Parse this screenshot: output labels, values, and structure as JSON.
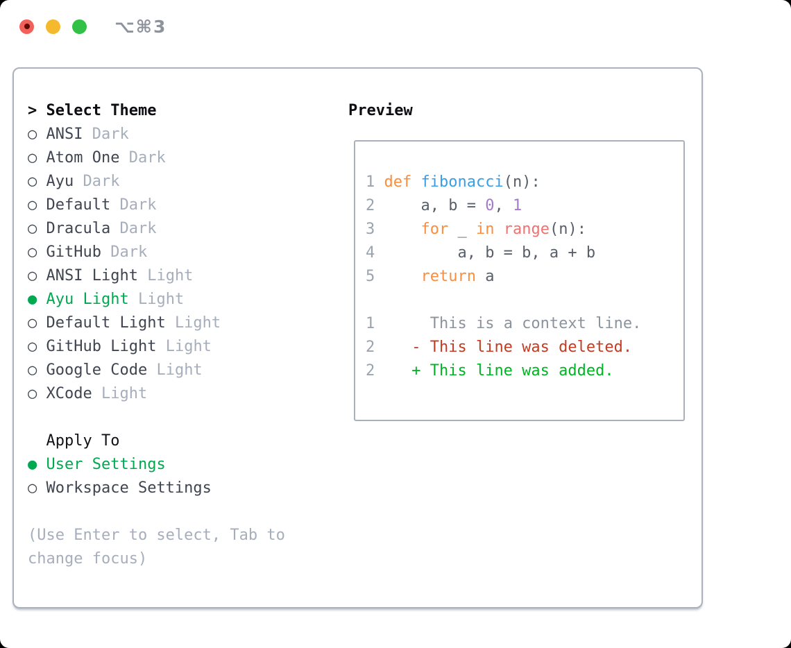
{
  "titlebar": {
    "title": "⌥⌘3",
    "buttons": [
      "close",
      "minimize",
      "zoom"
    ]
  },
  "glyphs": {
    "radio_off": "○",
    "radio_on": "●",
    "header_prefix": "> "
  },
  "theme_picker": {
    "header": "Select Theme",
    "items": [
      {
        "name": "ANSI",
        "variant": "Dark",
        "selected": false
      },
      {
        "name": "Atom One",
        "variant": "Dark",
        "selected": false
      },
      {
        "name": "Ayu",
        "variant": "Dark",
        "selected": false
      },
      {
        "name": "Default",
        "variant": "Dark",
        "selected": false
      },
      {
        "name": "Dracula",
        "variant": "Dark",
        "selected": false
      },
      {
        "name": "GitHub",
        "variant": "Dark",
        "selected": false
      },
      {
        "name": "ANSI Light",
        "variant": "Light",
        "selected": false
      },
      {
        "name": "Ayu Light",
        "variant": "Light",
        "selected": true
      },
      {
        "name": "Default Light",
        "variant": "Light",
        "selected": false
      },
      {
        "name": "GitHub Light",
        "variant": "Light",
        "selected": false
      },
      {
        "name": "Google Code",
        "variant": "Light",
        "selected": false
      },
      {
        "name": "XCode",
        "variant": "Light",
        "selected": false
      }
    ]
  },
  "apply_to": {
    "header": "Apply To",
    "options": [
      {
        "label": "User Settings",
        "selected": true
      },
      {
        "label": "Workspace Settings",
        "selected": false
      }
    ]
  },
  "hint": {
    "line1": "(Use Enter to select, Tab to",
    "line2": "change focus)"
  },
  "preview": {
    "header": "Preview",
    "lines": [
      [
        {
          "c": "ln",
          "t": "1"
        },
        {
          "c": "pl",
          "t": " "
        },
        {
          "c": "kw",
          "t": "def"
        },
        {
          "c": "pl",
          "t": " "
        },
        {
          "c": "fn",
          "t": "fibonacci"
        },
        {
          "c": "pl",
          "t": "(n):"
        }
      ],
      [
        {
          "c": "ln",
          "t": "2"
        },
        {
          "c": "pl",
          "t": "     a, b = "
        },
        {
          "c": "nm",
          "t": "0"
        },
        {
          "c": "pl",
          "t": ", "
        },
        {
          "c": "nm",
          "t": "1"
        }
      ],
      [
        {
          "c": "ln",
          "t": "3"
        },
        {
          "c": "pl",
          "t": "     "
        },
        {
          "c": "kw",
          "t": "for"
        },
        {
          "c": "pl",
          "t": " _ "
        },
        {
          "c": "kw",
          "t": "in"
        },
        {
          "c": "pl",
          "t": " "
        },
        {
          "c": "bi",
          "t": "range"
        },
        {
          "c": "pl",
          "t": "(n):"
        }
      ],
      [
        {
          "c": "ln",
          "t": "4"
        },
        {
          "c": "pl",
          "t": "         a, b = b, a + b"
        }
      ],
      [
        {
          "c": "ln",
          "t": "5"
        },
        {
          "c": "pl",
          "t": "     "
        },
        {
          "c": "kw",
          "t": "return"
        },
        {
          "c": "pl",
          "t": " a"
        }
      ],
      [],
      [
        {
          "c": "ln",
          "t": "1"
        },
        {
          "c": "pl",
          "t": "      "
        },
        {
          "c": "ctx",
          "t": "This is a context line."
        }
      ],
      [
        {
          "c": "ln",
          "t": "2"
        },
        {
          "c": "pl",
          "t": "    "
        },
        {
          "c": "del",
          "t": "- This line was deleted."
        }
      ],
      [
        {
          "c": "ln",
          "t": "2"
        },
        {
          "c": "pl",
          "t": "    "
        },
        {
          "c": "add",
          "t": "+ This line was added."
        }
      ]
    ]
  },
  "colors": {
    "selection_green": "#00a84f",
    "added_green": "#00b424",
    "deleted_red": "#c23b22",
    "keyword_orange": "#fa8d3e",
    "function_blue": "#399ee6",
    "number_purple": "#a37acc",
    "builtin_coral": "#f07171",
    "panel_border": "#a9b2be",
    "muted_gray": "#a6aebc"
  }
}
